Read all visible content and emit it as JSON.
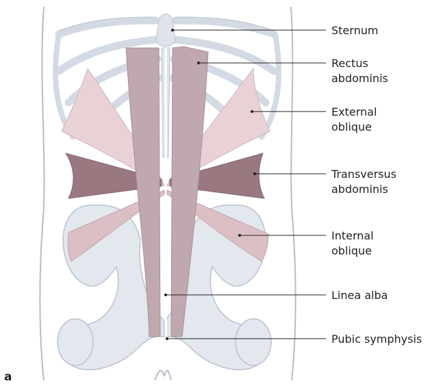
{
  "panel_label": "a",
  "labels": [
    {
      "id": "sternum",
      "lines": [
        "Sternum"
      ]
    },
    {
      "id": "rectus-abdominis",
      "lines": [
        "Rectus",
        "abdominis"
      ]
    },
    {
      "id": "external-oblique",
      "lines": [
        "External",
        "oblique"
      ]
    },
    {
      "id": "transversus-abdominis",
      "lines": [
        "Transversus",
        "abdominis"
      ]
    },
    {
      "id": "internal-oblique",
      "lines": [
        "Internal",
        "oblique"
      ]
    },
    {
      "id": "linea-alba",
      "lines": [
        "Linea alba"
      ]
    },
    {
      "id": "pubic-symphysis",
      "lines": [
        "Pubic symphysis"
      ]
    }
  ],
  "colors": {
    "bone": "#dfe4ec",
    "bone_edge": "#b9c2d0",
    "skin_outline": "#b5bcc8",
    "rectus": "#bfa8b0",
    "external_oblique": "#e8d2d6",
    "transversus": "#9a7880",
    "internal_oblique": "#dcbfc5",
    "leader": "#231f20"
  }
}
